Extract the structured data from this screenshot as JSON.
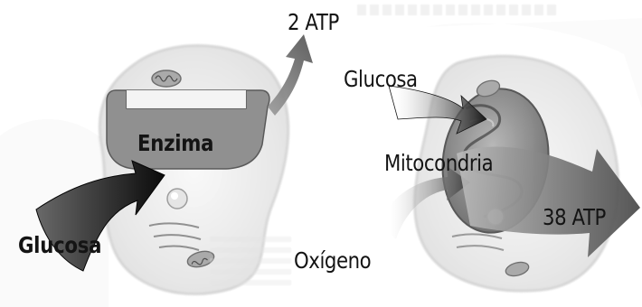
{
  "labels": {
    "atp_small": "2 ATP",
    "enzyme": "Enzima",
    "glucose_left": "Glucosa",
    "glucose_right": "Glucosa",
    "mitochondria": "Mitocondria",
    "atp_large": "38 ATP",
    "oxygen": "Oxígeno"
  },
  "colors": {
    "background": "#ffffff",
    "text": "#141414",
    "cell_fill": "#ececec",
    "cell_outline": "#bcbcbc",
    "enzyme_body": "#8c8c8c",
    "arrow_dark": "#202020",
    "arrow_mid": "#7a7a7a",
    "mitochondria": "#9a9a9a"
  }
}
